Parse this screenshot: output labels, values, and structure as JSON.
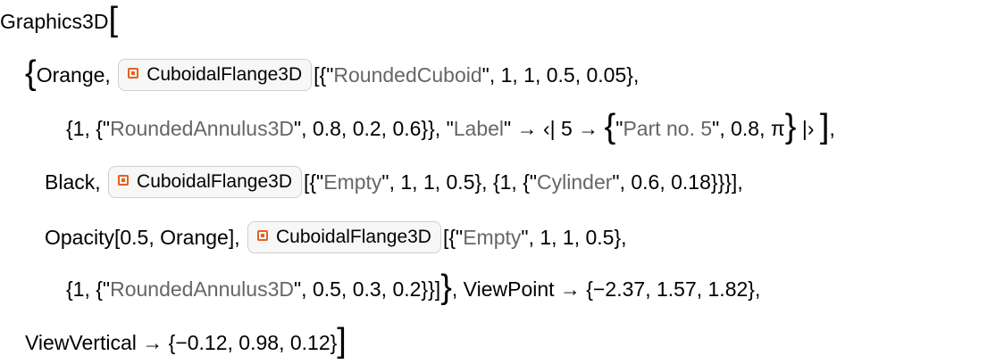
{
  "code": {
    "l1": {
      "head": "Graphics3D",
      "br": "["
    },
    "l2": {
      "brace": "{",
      "a": "Orange, ",
      "rf_label": "CuboidalFlange3D",
      "b": "[{\"",
      "s1": "RoundedCuboid",
      "c": "\", 1, 1, 0.5, 0.05},"
    },
    "l3": {
      "a": "{1, {\"",
      "s1": "RoundedAnnulus3D",
      "b": "\", 0.8, 0.2, 0.6}}, \"",
      "s2": "Label",
      "c": "\" → ‹| 5 → ",
      "brace_open": "{",
      "d": "\"",
      "s3": "Part no. 5",
      "e": "\", 0.8, π",
      "brace_close": "}",
      "f": " |› ",
      "bracket": "]",
      "g": ","
    },
    "l4": {
      "a": "Black, ",
      "rf_label": "CuboidalFlange3D",
      "b": "[{\"",
      "s1": "Empty",
      "c": "\", 1, 1, 0.5}, {1, {\"",
      "s2": "Cylinder",
      "d": "\", 0.6, 0.18}}}],"
    },
    "l5": {
      "a": "Opacity[0.5, Orange], ",
      "rf_label": "CuboidalFlange3D",
      "b": "[{\"",
      "s1": "Empty",
      "c": "\", 1, 1, 0.5},"
    },
    "l6": {
      "a": "{1, {\"",
      "s1": "RoundedAnnulus3D",
      "b": "\", 0.5, 0.3, 0.2}}]",
      "brace": "}",
      "c": ", ViewPoint → {−2.37, 1.57, 1.82},"
    },
    "l7": {
      "a": "ViewVertical → {−0.12, 0.98, 0.12}",
      "br": "]"
    }
  },
  "colors": {
    "string": "#666666",
    "icon": "#e2611f",
    "box_border": "#cfcfcf"
  },
  "icons": {
    "resource_function": "resource-function-icon"
  }
}
